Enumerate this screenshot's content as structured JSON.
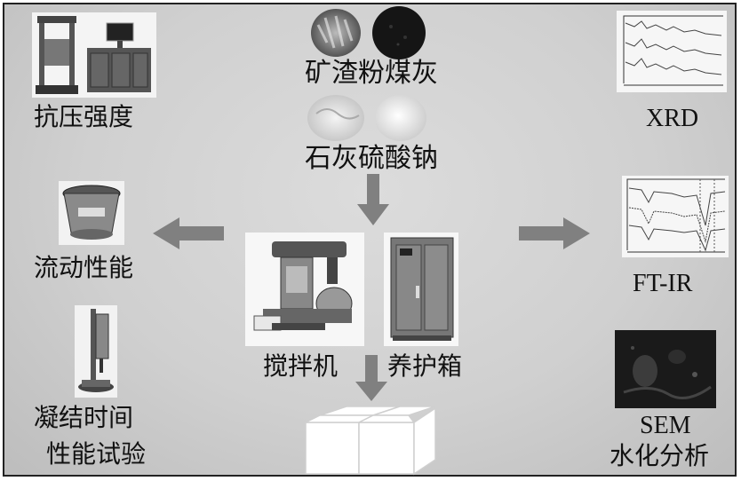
{
  "labels": {
    "compressive_strength": "抗压强度",
    "slag_flyash": "矿渣粉煤灰",
    "lime_sodium_sulfate": "石灰硫酸钠",
    "xrd": "XRD",
    "fluidity": "流动性能",
    "ftir": "FT-IR",
    "mixer": "搅拌机",
    "curing_box": "养护箱",
    "setting_time_line1": "凝结时间",
    "setting_time_line2": "性能试验",
    "sem_line1": "SEM",
    "sem_line2": "水化分析"
  },
  "colors": {
    "arrow": "#808080",
    "background": "#d0d0d0",
    "border": "#222222"
  }
}
